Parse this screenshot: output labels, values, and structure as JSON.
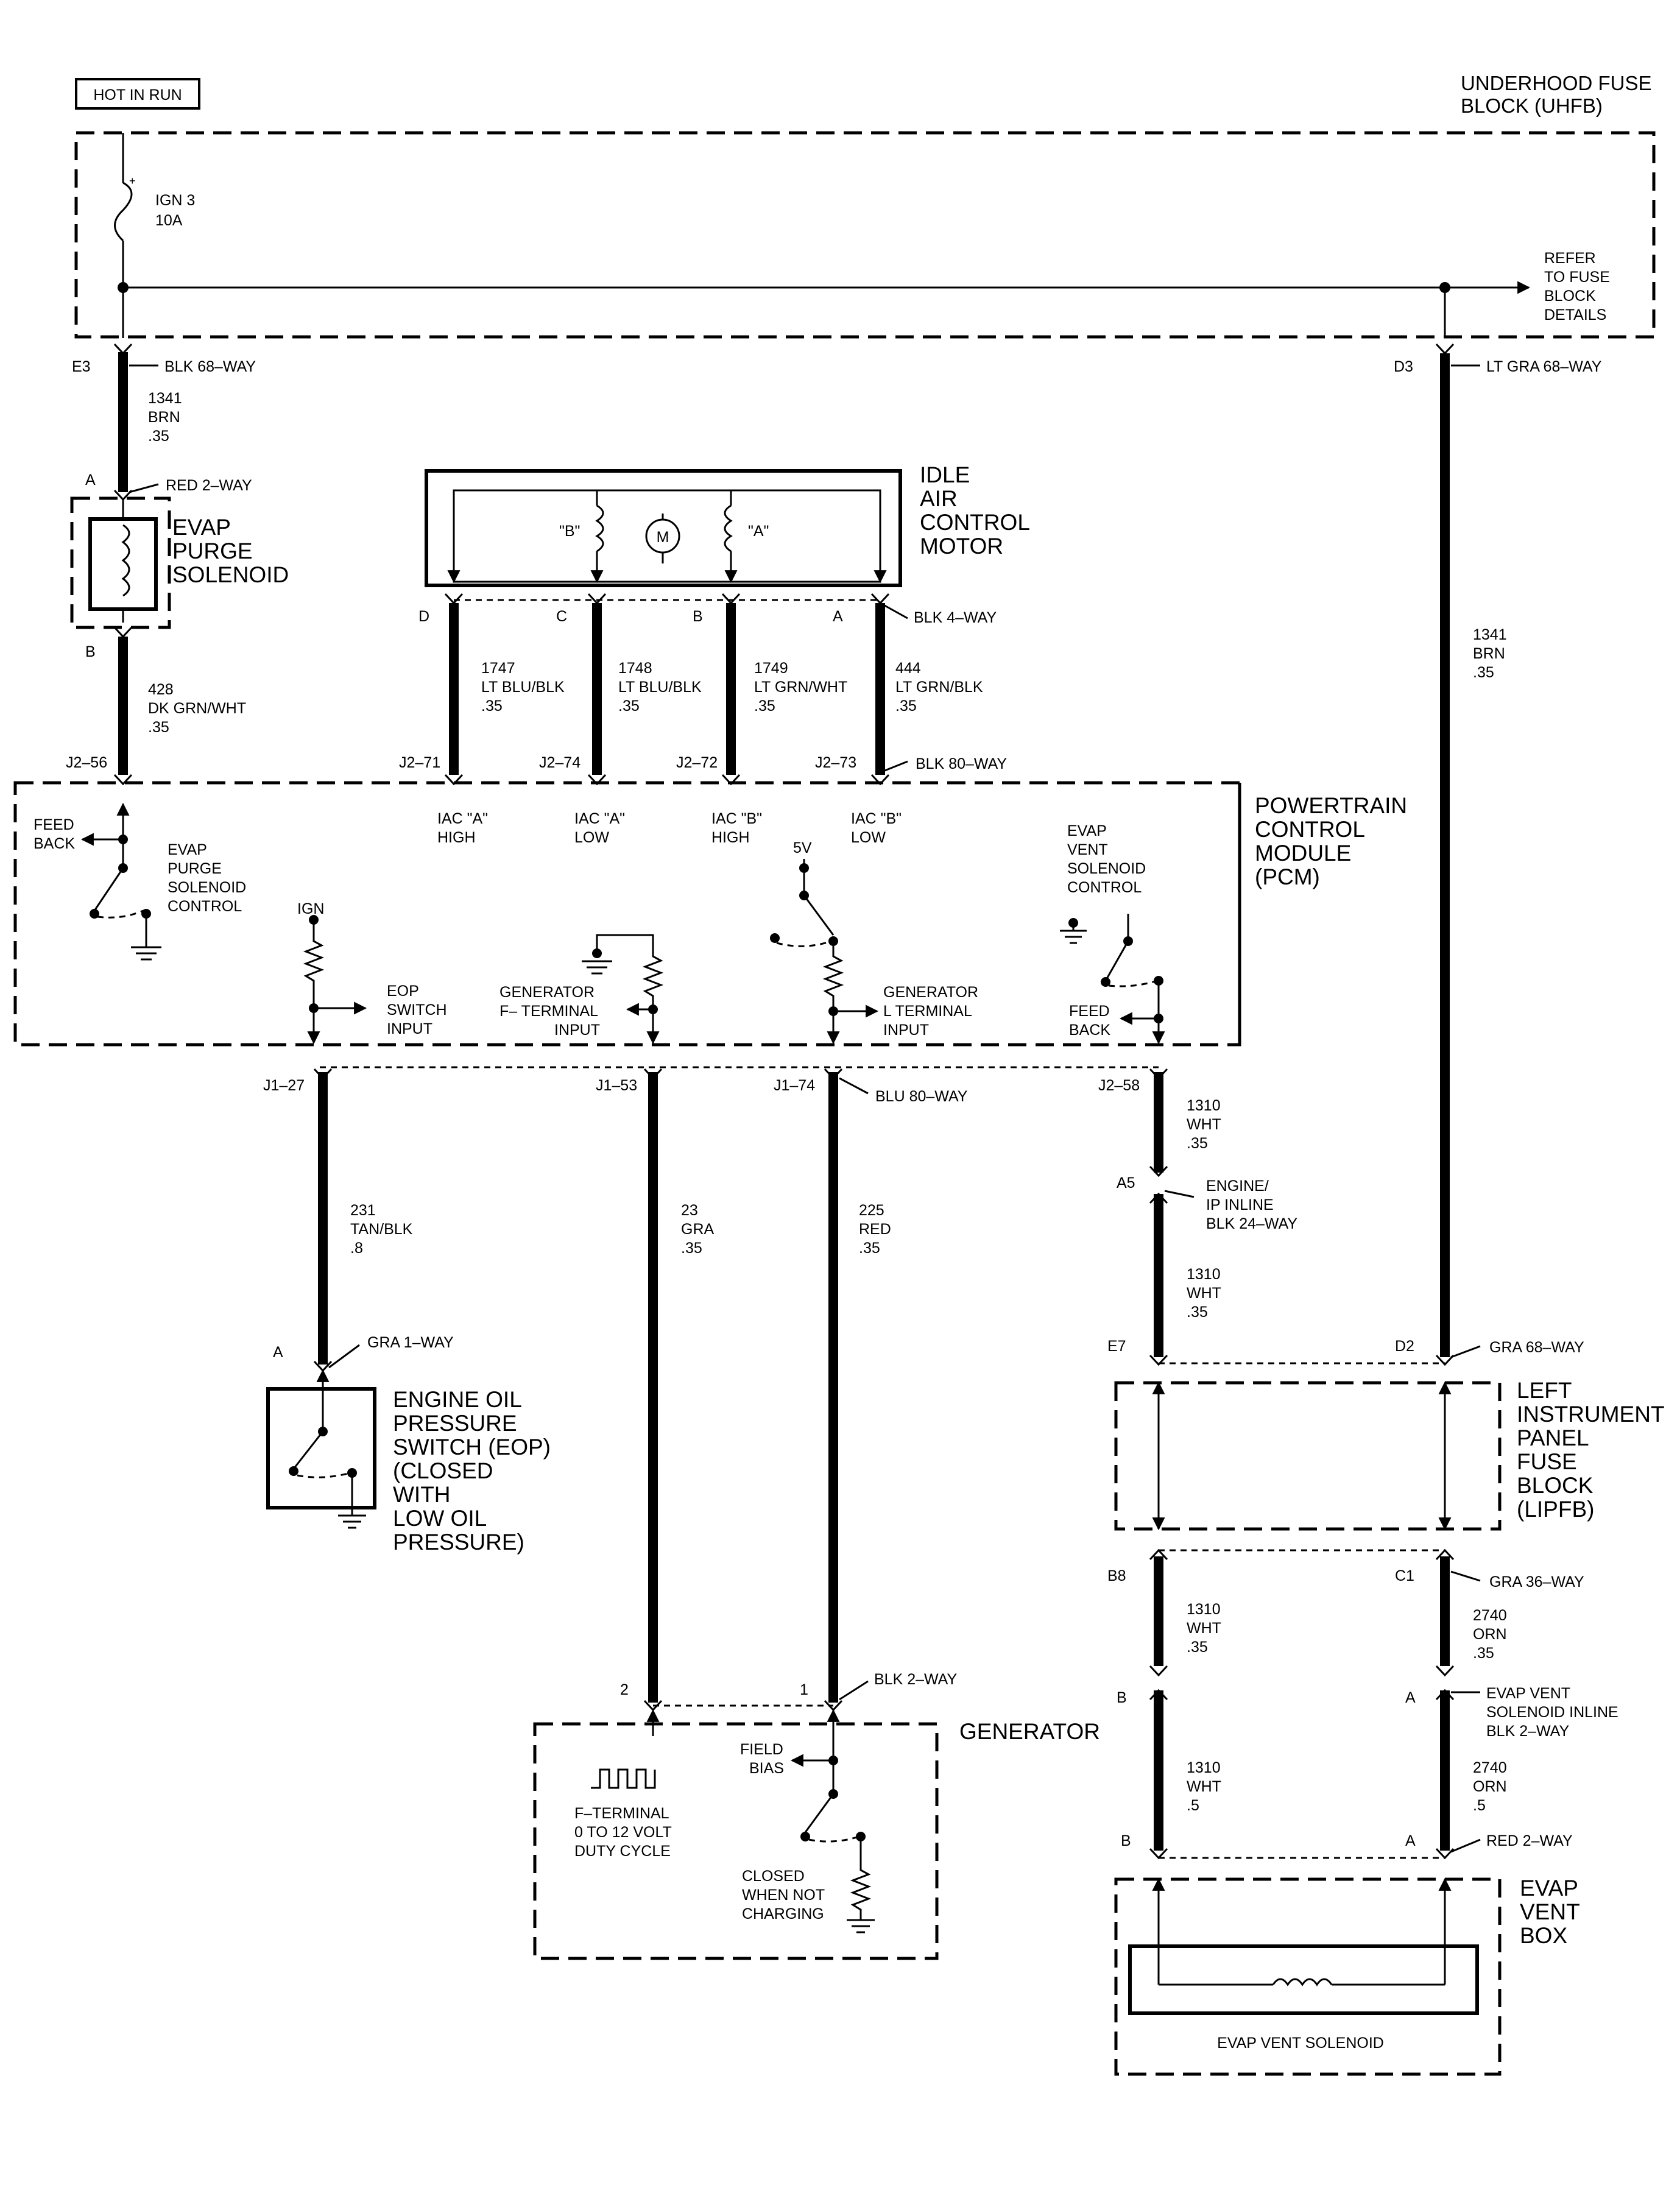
{
  "header": {
    "hot_in_run": "HOT IN RUN"
  },
  "uhfb": {
    "title1": "UNDERHOOD FUSE",
    "title2": "BLOCK (UHFB)",
    "fuse_name": "IGN 3",
    "fuse_rating": "10A",
    "refer": [
      "REFER",
      "TO FUSE",
      "BLOCK",
      "DETAILS"
    ]
  },
  "left_branch": {
    "pin_e3": "E3",
    "conn_e3": "BLK 68–WAY",
    "wire1": [
      "1341",
      "BRN",
      ".35"
    ],
    "pin_a": "A",
    "conn_red2": "RED 2–WAY",
    "evap_purge": [
      "EVAP",
      "PURGE",
      "SOLENOID"
    ],
    "pin_b": "B",
    "wire2": [
      "428",
      "DK GRN/WHT",
      ".35"
    ]
  },
  "iac_motor": {
    "title": [
      "IDLE",
      "AIR",
      "CONTROL",
      "MOTOR"
    ],
    "coil_b": "\"B\"",
    "coil_a": "\"A\"",
    "motor_m": "M",
    "pins": [
      "D",
      "C",
      "B",
      "A"
    ],
    "conn": "BLK 4–WAY",
    "wires": [
      [
        "1747",
        "LT BLU/BLK",
        ".35"
      ],
      [
        "1748",
        "LT BLU/BLK",
        ".35"
      ],
      [
        "1749",
        "LT GRN/WHT",
        ".35"
      ],
      [
        "444",
        "LT GRN/BLK",
        ".35"
      ]
    ]
  },
  "right_branch": {
    "pin_d3": "D3",
    "conn_d3": "LT GRA 68–WAY",
    "wire": [
      "1341",
      "BRN",
      ".35"
    ]
  },
  "pcm": {
    "top_pins": [
      "J2–56",
      "J2–71",
      "J2–74",
      "J2–72",
      "J2–73"
    ],
    "conn_top": "BLK 80–WAY",
    "title": [
      "POWERTRAIN",
      "CONTROL",
      "MODULE",
      "(PCM)"
    ],
    "feed_back": [
      "FEED",
      "BACK"
    ],
    "evap_purge_ctrl": [
      "EVAP",
      "PURGE",
      "SOLENOID",
      "CONTROL"
    ],
    "iac_labels": [
      [
        "IAC \"A\"",
        "HIGH"
      ],
      [
        "IAC \"A\"",
        "LOW"
      ],
      [
        "IAC \"B\"",
        "HIGH"
      ],
      [
        "IAC \"B\"",
        "LOW"
      ]
    ],
    "ign": "IGN",
    "v5": "5V",
    "eop_input": [
      "EOP",
      "SWITCH",
      "INPUT"
    ],
    "gen_f_input": [
      "GENERATOR",
      "F– TERMINAL",
      "INPUT"
    ],
    "gen_l_input": [
      "GENERATOR",
      "L TERMINAL",
      "INPUT"
    ],
    "evap_vent_ctrl": [
      "EVAP",
      "VENT",
      "SOLENOID",
      "CONTROL"
    ],
    "feed_back2": [
      "FEED",
      "BACK"
    ],
    "bottom_pins": [
      "J1–27",
      "J1–53",
      "J1–74",
      "J2–58"
    ],
    "conn_bottom": "BLU 80–WAY"
  },
  "lower_wires": {
    "w231": [
      "231",
      "TAN/BLK",
      ".8"
    ],
    "w23": [
      "23",
      "GRA",
      ".35"
    ],
    "w225": [
      "225",
      "RED",
      ".35"
    ],
    "w1310a": [
      "1310",
      "WHT",
      ".35"
    ],
    "pin_a5": "A5",
    "inline": [
      "ENGINE/",
      "IP INLINE",
      "BLK 24–WAY"
    ],
    "w1310b": [
      "1310",
      "WHT",
      ".35"
    ]
  },
  "eop_switch": {
    "pin_a": "A",
    "conn": "GRA 1–WAY",
    "title": [
      "ENGINE OIL",
      "PRESSURE",
      "SWITCH (EOP)",
      "(CLOSED",
      "WITH",
      "LOW OIL",
      "PRESSURE)"
    ]
  },
  "generator": {
    "pins": [
      "2",
      "1"
    ],
    "conn": "BLK 2–WAY",
    "title": "GENERATOR",
    "field_bias": [
      "FIELD",
      "BIAS"
    ],
    "fterm": [
      "F–TERMINAL",
      "0 TO 12 VOLT",
      "DUTY CYCLE"
    ],
    "closed": [
      "CLOSED",
      "WHEN NOT",
      "CHARGING"
    ]
  },
  "lipfb": {
    "pin_e7": "E7",
    "pin_d2": "D2",
    "conn_top": "GRA 68–WAY",
    "title": [
      "LEFT",
      "INSTRUMENT",
      "PANEL",
      "FUSE",
      "BLOCK",
      "(LIPFB)"
    ],
    "pin_b8": "B8",
    "pin_c1": "C1",
    "conn_bottom": "GRA 36–WAY",
    "w1310c": [
      "1310",
      "WHT",
      ".35"
    ],
    "w2740a": [
      "2740",
      "ORN",
      ".35"
    ]
  },
  "evap_vent": {
    "pin_b": "B",
    "pin_a": "A",
    "inline": [
      "EVAP VENT",
      "SOLENOID INLINE",
      "BLK 2–WAY"
    ],
    "w1310d": [
      "1310",
      "WHT",
      ".5"
    ],
    "w2740b": [
      "2740",
      "ORN",
      ".5"
    ],
    "pin_b2": "B",
    "pin_a2": "A",
    "conn_red": "RED 2–WAY",
    "title": [
      "EVAP",
      "VENT",
      "BOX"
    ],
    "solenoid": "EVAP VENT SOLENOID"
  }
}
